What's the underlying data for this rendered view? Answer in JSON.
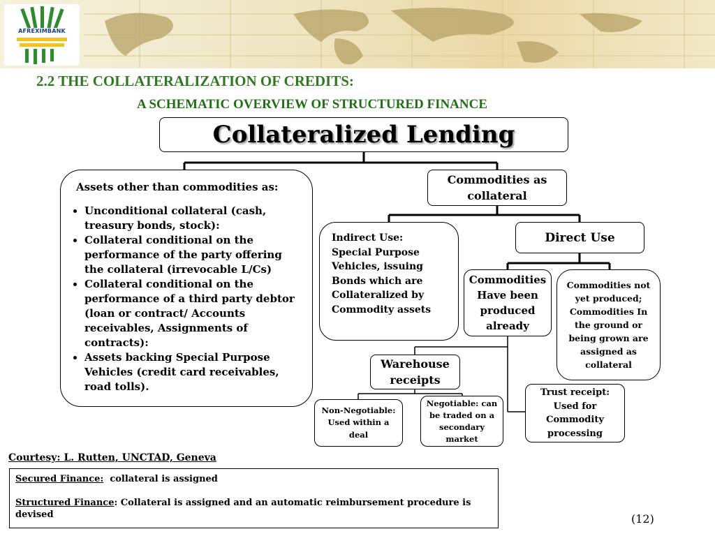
{
  "header": {
    "logo_text": "AFREXIMBANK",
    "title": "2.2 THE COLLATERALIZATION OF CREDITS:",
    "subtitle": "A SCHEMATIC OVERVIEW OF STRUCTURED FINANCE"
  },
  "diagram": {
    "root": "Collateralized Lending",
    "assets": {
      "heading": "Assets other than commodities as:",
      "items": [
        "Unconditional collateral (cash, treasury bonds, stock):",
        "Collateral conditional on the performance of the party offering the collateral (irrevocable L/Cs)",
        "Collateral conditional on the performance of a third party debtor (loan or contract/ Accounts receivables, Assignments of contracts):",
        "Assets backing Special Purpose Vehicles (credit card receivables, road tolls)."
      ]
    },
    "commodities": "Commodities as collateral",
    "indirect": "Indirect Use: Special Purpose Vehicles, issuing Bonds which are Collateralized by Commodity assets",
    "direct": "Direct Use",
    "produced": "Commodities Have been produced already",
    "not_yet": "Commodities not yet produced; Commodities In the ground or being grown are assigned as collateral",
    "warehouse": "Warehouse receipts",
    "trust": "Trust receipt: Used for Commodity processing",
    "non_negotiable": "Non-Negotiable: Used within a deal",
    "negotiable": "Negotiable: can be traded on a secondary market"
  },
  "courtesy": "Courtesy: L. Rutten, UNCTAD, Geneva",
  "definitions": {
    "secured_label": "Secured Finance:",
    "secured_text": "collateral is assigned",
    "structured_label": "Structured Finance",
    "structured_text": ": Collateral is assigned and an automatic reimbursement procedure is devised"
  },
  "page_number": "(12)",
  "colors": {
    "title": "#2f7a1f",
    "banner": "#efe6c4"
  }
}
